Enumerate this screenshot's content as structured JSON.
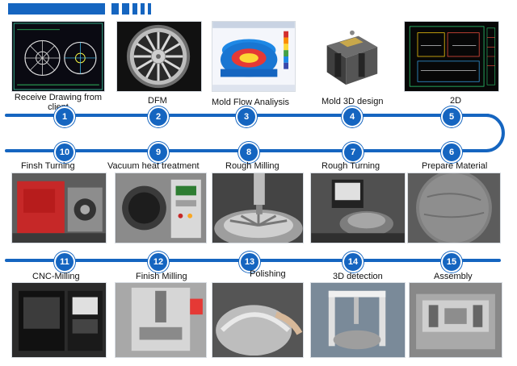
{
  "colors": {
    "accent": "#1565c0",
    "text": "#111111",
    "background": "#ffffff"
  },
  "steps": [
    {
      "number": "1",
      "label": "Receive Drawing from client"
    },
    {
      "number": "2",
      "label": "DFM"
    },
    {
      "number": "3",
      "label": "Mold Flow Analiysis"
    },
    {
      "number": "4",
      "label": "Mold 3D design"
    },
    {
      "number": "5",
      "label": "2D"
    },
    {
      "number": "6",
      "label": "Prepare Material"
    },
    {
      "number": "7",
      "label": "Rough Turning"
    },
    {
      "number": "8",
      "label": "Rough Milling"
    },
    {
      "number": "9",
      "label": "Vacuum heat treatment"
    },
    {
      "number": "10",
      "label": "Finsh Turning"
    },
    {
      "number": "11",
      "label": "CNC-Milling"
    },
    {
      "number": "12",
      "label": "Finish Milling"
    },
    {
      "number": "13",
      "label": "Polishing"
    },
    {
      "number": "14",
      "label": "3D detection"
    },
    {
      "number": "15",
      "label": "Assembly"
    }
  ],
  "photos": [
    {
      "step": "1",
      "subject": "cad-drawing"
    },
    {
      "step": "2",
      "subject": "alloy-wheel"
    },
    {
      "step": "3",
      "subject": "mold-flow-simulation"
    },
    {
      "step": "4",
      "subject": "mold-3d-model"
    },
    {
      "step": "5",
      "subject": "2d-drawing"
    },
    {
      "step": "10",
      "subject": "cnc-lathe"
    },
    {
      "step": "9",
      "subject": "vacuum-furnace"
    },
    {
      "step": "8",
      "subject": "milling-wheel-mold"
    },
    {
      "step": "7",
      "subject": "lathe-workpiece"
    },
    {
      "step": "6",
      "subject": "steel-plate"
    },
    {
      "step": "11",
      "subject": "cnc-machining-center"
    },
    {
      "step": "12",
      "subject": "milling-machine"
    },
    {
      "step": "13",
      "subject": "polishing-mold"
    },
    {
      "step": "14",
      "subject": "cmm-machine"
    },
    {
      "step": "15",
      "subject": "assembled-mold"
    }
  ]
}
